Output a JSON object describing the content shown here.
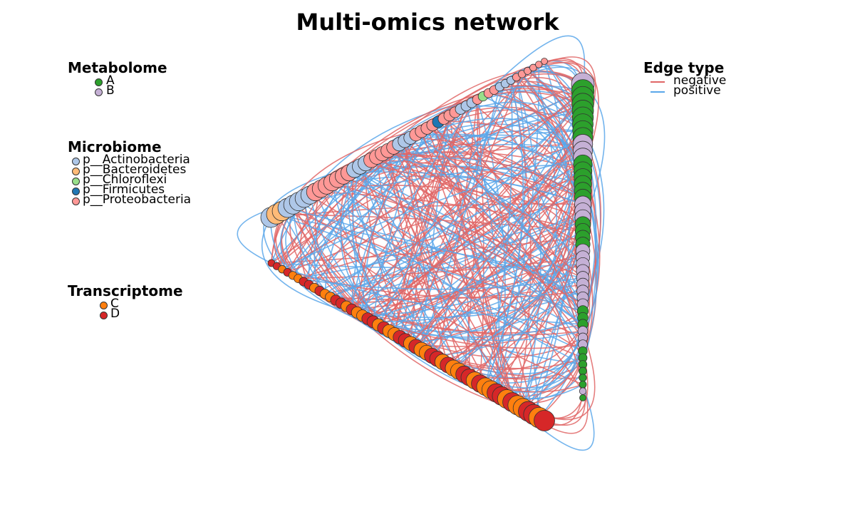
{
  "title": "Multi-omics network",
  "legends": {
    "metabolome": {
      "title": "Metabolome",
      "items": [
        {
          "label": "A",
          "color": "#2ca02c"
        },
        {
          "label": "B",
          "color": "#c5b0d5"
        }
      ]
    },
    "microbiome": {
      "title": "Microbiome",
      "items": [
        {
          "label": "p__Actinobacteria",
          "color": "#aec7e8"
        },
        {
          "label": "p__Bacteroidetes",
          "color": "#ffbb78"
        },
        {
          "label": "p__Chloroflexi",
          "color": "#98df8a"
        },
        {
          "label": "p__Firmicutes",
          "color": "#1f77b4"
        },
        {
          "label": "p__Proteobacteria",
          "color": "#ff9896"
        }
      ]
    },
    "transcriptome": {
      "title": "Transcriptome",
      "items": [
        {
          "label": "C",
          "color": "#ff7f0e"
        },
        {
          "label": "D",
          "color": "#d62728"
        }
      ]
    },
    "edge_type": {
      "title": "Edge type",
      "items": [
        {
          "label": "negative",
          "color": "#e06666"
        },
        {
          "label": "positive",
          "color": "#5aa7ea"
        }
      ]
    }
  }
}
